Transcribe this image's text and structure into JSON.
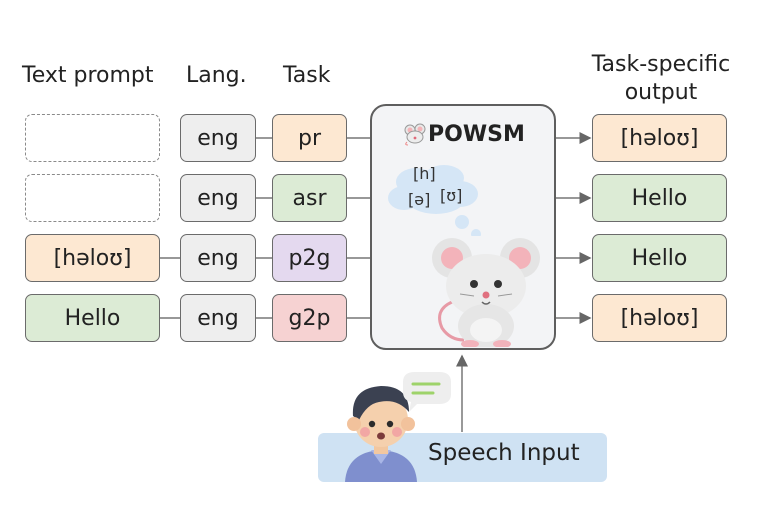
{
  "headers": {
    "text_prompt": "Text prompt",
    "lang": "Lang.",
    "task": "Task",
    "output_line1": "Task-specific",
    "output_line2": "output"
  },
  "rows": [
    {
      "text_prompt": "",
      "lang": "eng",
      "task": "pr",
      "output": "[həloʊ]"
    },
    {
      "text_prompt": "",
      "lang": "eng",
      "task": "asr",
      "output": "Hello"
    },
    {
      "text_prompt": "[həloʊ]",
      "lang": "eng",
      "task": "p2g",
      "output": "Hello"
    },
    {
      "text_prompt": "Hello",
      "lang": "eng",
      "task": "g2p",
      "output": "[həloʊ]"
    }
  ],
  "model": {
    "name": "POWSM",
    "thought_phones": [
      "[h]",
      "[ə]",
      "[ʊ]"
    ]
  },
  "speech_input": "Speech Input",
  "icons": [
    "mouse-icon",
    "thought-bubble-icon",
    "person-icon",
    "speech-bubble-icon"
  ],
  "colors": {
    "orange": "#fde8d2",
    "green": "#dcebd5",
    "purple": "#e4d9ef",
    "pink": "#f6d2d2",
    "gray": "#eeeeee",
    "speech_panel": "#cfe2f3"
  }
}
